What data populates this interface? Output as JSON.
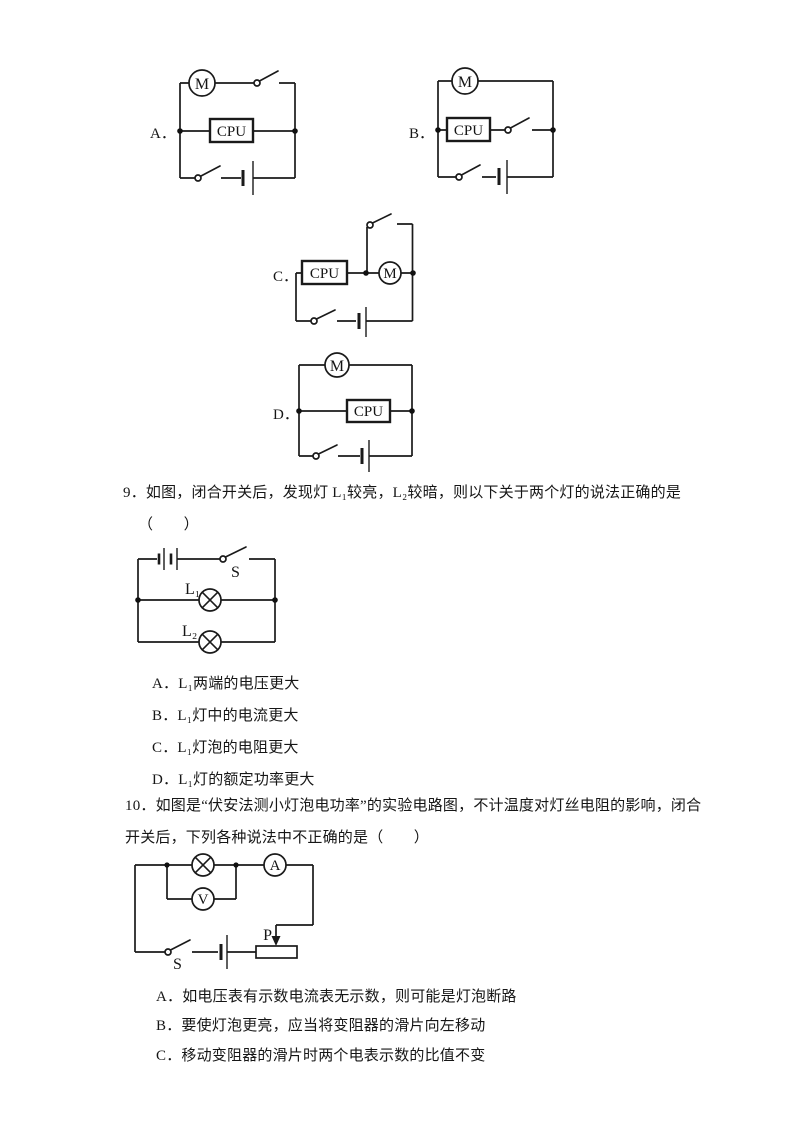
{
  "page": {
    "background": "#ffffff",
    "text_color": "#161616"
  },
  "question8_options": {
    "option_a_label": "A．",
    "option_b_label": "B．",
    "option_c_label": "C．",
    "option_d_label": "D．",
    "cpu_label": "CPU",
    "motor_label": "M"
  },
  "question9": {
    "stem_line1": "9．如图，闭合开关后，发现灯 L₁较亮，L₂较暗，则以下关于两个灯的说法正确的是",
    "stem_line2": "（　　）",
    "circuit": {
      "switch_label": "S",
      "lamp1_label": "L₁",
      "lamp2_label": "L₂"
    },
    "options": [
      {
        "label": "A．L₁两端的电压更大"
      },
      {
        "label": "B．L₁灯中的电流更大"
      },
      {
        "label": "C．L₁灯泡的电阻更大"
      },
      {
        "label": "D．L₁灯的额定功率更大"
      }
    ]
  },
  "question10": {
    "stem_line1": "10．如图是“伏安法测小灯泡电功率”的实验电路图，不计温度对灯丝电阻的影响，闭合",
    "stem_line2": "开关后，下列各种说法中不正确的是（　　）",
    "circuit": {
      "switch_label": "S",
      "slider_label": "P",
      "ammeter_label": "A",
      "voltmeter_label": "V"
    },
    "options": [
      {
        "label": "A．如电压表有示数电流表无示数，则可能是灯泡断路"
      },
      {
        "label": "B．要使灯泡更亮，应当将变阻器的滑片向左移动"
      },
      {
        "label": "C．移动变阻器的滑片时两个电表示数的比值不变"
      }
    ]
  }
}
